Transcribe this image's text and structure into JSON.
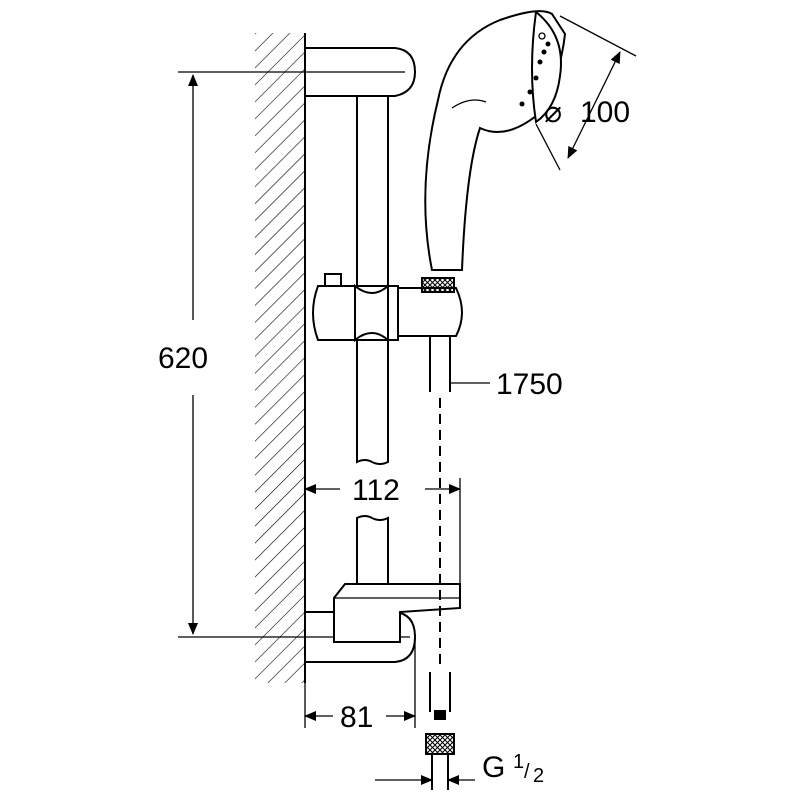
{
  "diagram": {
    "dimensions": {
      "height": "620",
      "spray_diameter_symbol": "⌀",
      "spray_diameter": "100",
      "hose_length": "1750",
      "holder_offset": "112",
      "wall_offset": "81",
      "thread": "G",
      "thread_num": "1",
      "thread_den": "2"
    }
  }
}
